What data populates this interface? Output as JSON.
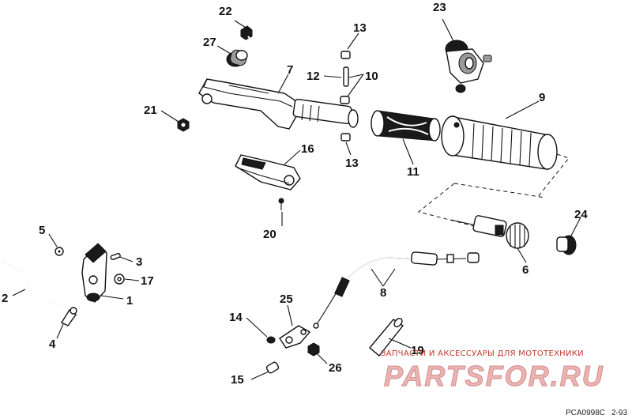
{
  "callouts": [
    {
      "id": "c1",
      "label": "1"
    },
    {
      "id": "c2",
      "label": "2"
    },
    {
      "id": "c3",
      "label": "3"
    },
    {
      "id": "c4",
      "label": "4"
    },
    {
      "id": "c5",
      "label": "5"
    },
    {
      "id": "c6",
      "label": "6"
    },
    {
      "id": "c7",
      "label": "7"
    },
    {
      "id": "c8",
      "label": "8"
    },
    {
      "id": "c9",
      "label": "9"
    },
    {
      "id": "c10",
      "label": "10"
    },
    {
      "id": "c11",
      "label": "11"
    },
    {
      "id": "c12",
      "label": "12"
    },
    {
      "id": "c13a",
      "label": "13"
    },
    {
      "id": "c13b",
      "label": "13"
    },
    {
      "id": "c14",
      "label": "14"
    },
    {
      "id": "c15",
      "label": "15"
    },
    {
      "id": "c16",
      "label": "16"
    },
    {
      "id": "c17",
      "label": "17"
    },
    {
      "id": "c19",
      "label": "19"
    },
    {
      "id": "c20",
      "label": "20"
    },
    {
      "id": "c21",
      "label": "21"
    },
    {
      "id": "c22",
      "label": "22"
    },
    {
      "id": "c23",
      "label": "23"
    },
    {
      "id": "c24",
      "label": "24"
    },
    {
      "id": "c25",
      "label": "25"
    },
    {
      "id": "c26",
      "label": "26"
    },
    {
      "id": "c27",
      "label": "27"
    }
  ],
  "watermark": {
    "tagline": "ЗАПЧАСТИ И АКСЕССУАРЫ ДЛЯ МОТОТЕХНИКИ",
    "logo": "PARTSFOR.RU",
    "logo_color": "#e8b4b4",
    "tagline_color": "#c0392b"
  },
  "reference": {
    "code": "PCA0998C",
    "date": "2-93"
  }
}
